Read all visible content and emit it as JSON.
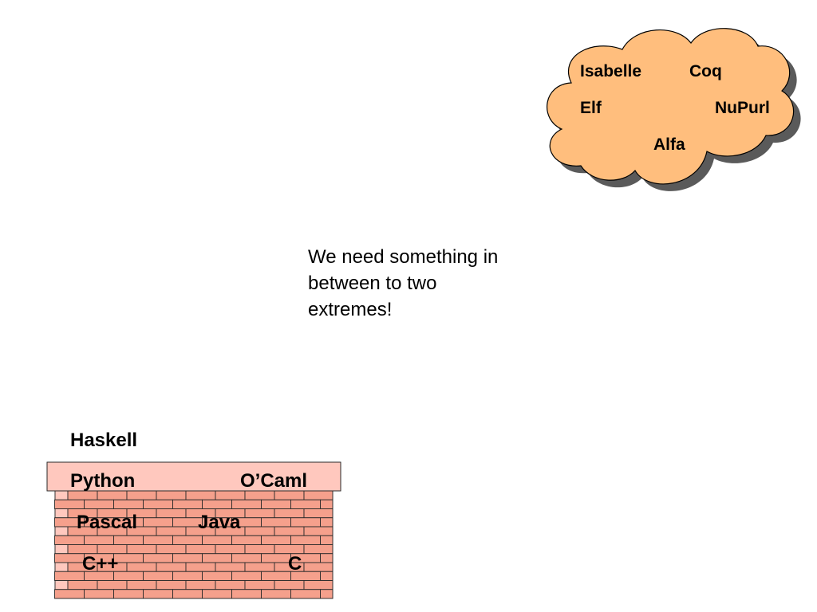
{
  "cloud": {
    "fill": "#FFBE7D",
    "shadow": "#5A5A5A",
    "items": [
      "Isabelle",
      "Coq",
      "Elf",
      "NuPurl",
      "Alfa"
    ]
  },
  "message": {
    "lines": [
      "We need something in",
      "between to two",
      "extremes!"
    ]
  },
  "wall": {
    "cap_fill": "#FFC8BE",
    "brick_fill": "#F5A08C",
    "mortar_color": "#2A2A2A",
    "items": [
      "Haskell",
      "Python",
      "O’Caml",
      "Pascal",
      "Java",
      "C++",
      "C"
    ]
  }
}
